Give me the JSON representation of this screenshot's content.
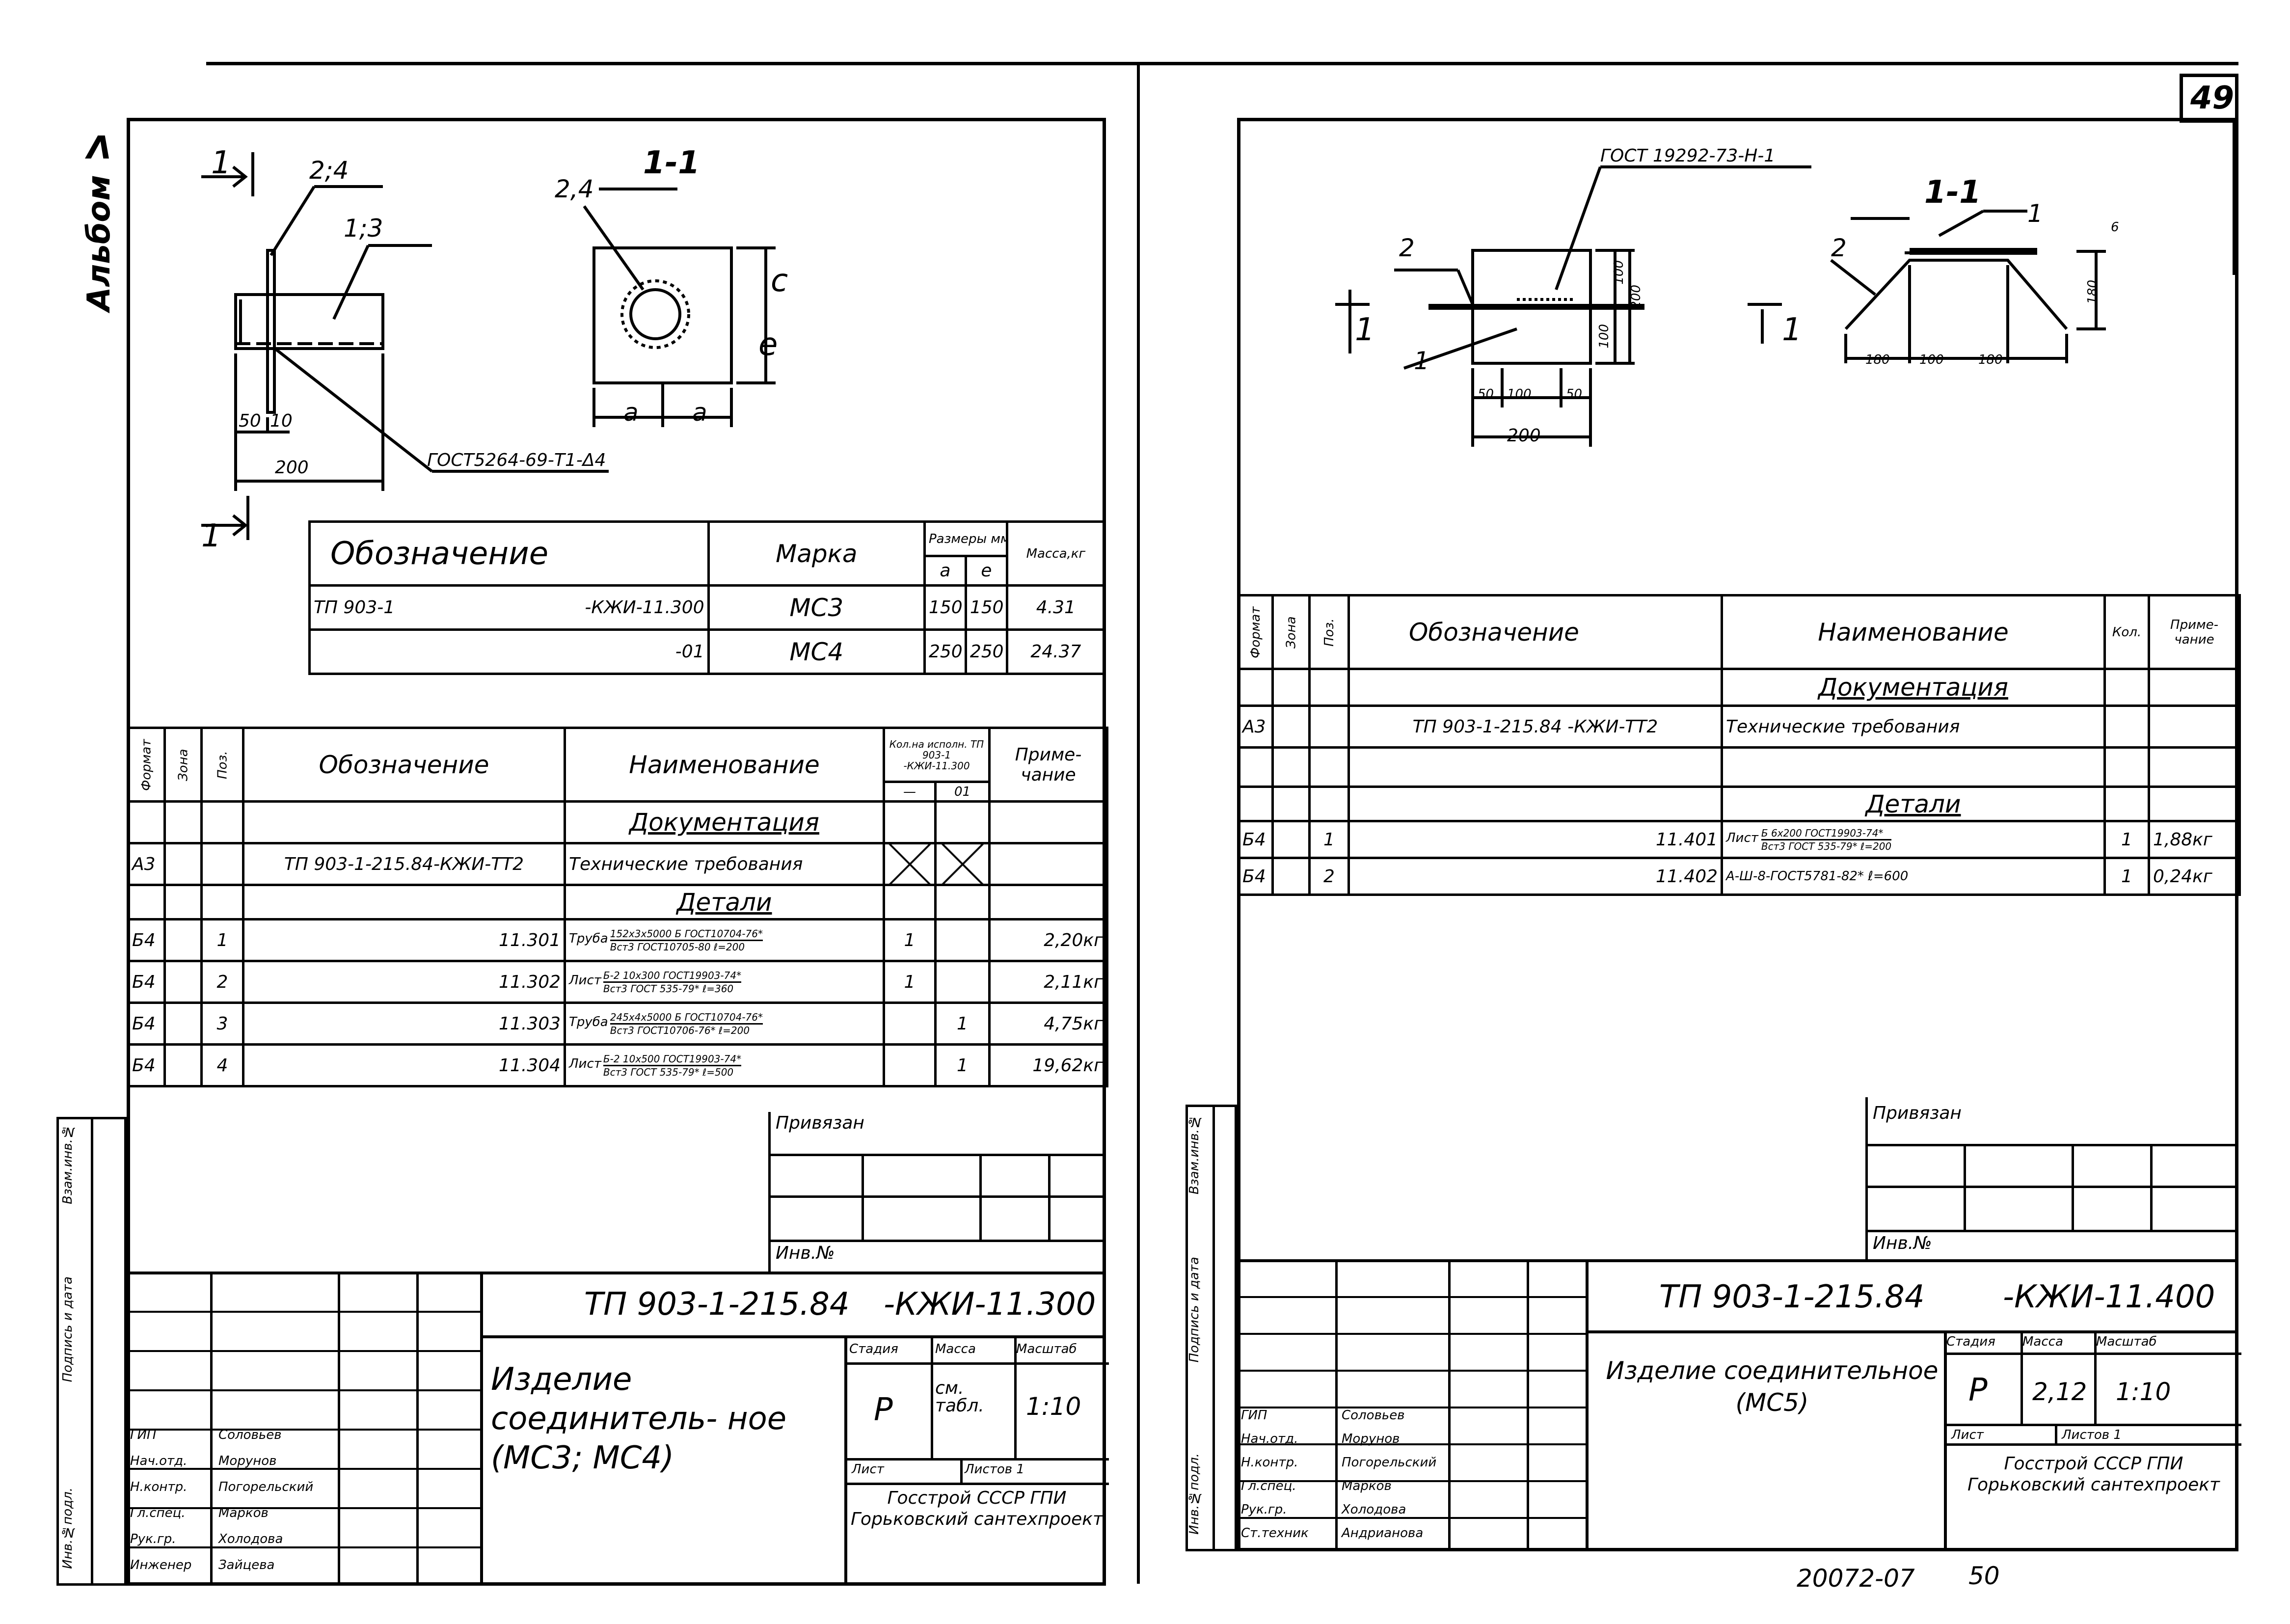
{
  "page_number": "49",
  "album_label": "Альбом Ⅴ",
  "bottom_code": "20072-07",
  "bottom_page": "50",
  "left": {
    "drawing": {
      "view_label": "1",
      "callout_24": "2;4",
      "callout_13": "1;3",
      "section_title": "1-1",
      "section_callout": "2,4",
      "dim_50": "50",
      "dim_10": "10",
      "dim_200": "200",
      "dim_a1": "a",
      "dim_a2": "a",
      "dim_e": "e",
      "dim_c": "c",
      "gost_note": "ГОСТ5264-69-Т1-Δ4"
    },
    "mark_table": {
      "h_designation": "Обозначение",
      "h_mark": "Марка",
      "h_sizes": "Размеры мм",
      "h_a": "a",
      "h_e": "e",
      "h_mass": "Масса,кг",
      "rows": [
        {
          "designation": "ТП 903-1",
          "suffix": "-КЖИ-11.300",
          "mark": "МС3",
          "a": "150",
          "e": "150",
          "mass": "4.31"
        },
        {
          "designation": "",
          "suffix": "-01",
          "mark": "МС4",
          "a": "250",
          "e": "250",
          "mass": "24.37"
        }
      ]
    },
    "spec": {
      "h_format": "Формат",
      "h_zone": "Зона",
      "h_pos": "Поз.",
      "h_designation": "Обозначение",
      "h_name": "Наименование",
      "h_qty": "Кол.на исполн. ТП 903-1 -КЖИ-11.300",
      "h_qty_a": "—",
      "h_qty_b": "01",
      "h_note": "Приме- чание",
      "section_docs": "Документация",
      "doc_format": "А3",
      "doc_designation": "ТП 903-1-215.84-КЖИ-ТТ2",
      "doc_name": "Технические требования",
      "section_parts": "Детали",
      "rows": [
        {
          "format": "Б4",
          "pos": "1",
          "designation": "11.301",
          "name_a": "Труба",
          "name_b": "152х3х5000 Б ГОСТ10704-76*",
          "name_c": "Вст3 ГОСТ10705-80 ℓ=200",
          "q1": "1",
          "q2": "",
          "note": "2,20кг"
        },
        {
          "format": "Б4",
          "pos": "2",
          "designation": "11.302",
          "name_a": "Лист",
          "name_b": "Б-2 10х300 ГОСТ19903-74*",
          "name_c": "Вст3 ГОСТ 535-79* ℓ=360",
          "q1": "1",
          "q2": "",
          "note": "2,11кг"
        },
        {
          "format": "Б4",
          "pos": "3",
          "designation": "11.303",
          "name_a": "Труба",
          "name_b": "245х4х5000 Б ГОСТ10704-76*",
          "name_c": "Вст3 ГОСТ10706-76* ℓ=200",
          "q1": "",
          "q2": "1",
          "note": "4,75кг"
        },
        {
          "format": "Б4",
          "pos": "4",
          "designation": "11.304",
          "name_a": "Лист",
          "name_b": "Б-2 10х500 ГОСТ19903-74*",
          "name_c": "Вст3 ГОСТ 535-79* ℓ=500",
          "q1": "",
          "q2": "1",
          "note": "19,62кг"
        }
      ]
    },
    "privyazan": "Привязан",
    "inv_no": "Инв.№",
    "side_labels": [
      "Инв.№подл.",
      "Подпись и дата",
      "Взам.инв.№"
    ],
    "title_block": {
      "code": "ТП 903-1-215.84",
      "code2": "-КЖИ-11.300",
      "title": "Изделие соединитель- ное (МС3; МС4)",
      "h_stage": "Стадия",
      "h_mass": "Масса",
      "h_scale": "Масштаб",
      "stage": "Р",
      "mass": "см. табл.",
      "scale": "1:10",
      "sheet": "Лист",
      "sheets": "Листов 1",
      "org": "Госстрой СССР ГПИ Горьковский сантехпроект",
      "people": [
        {
          "role": "ГИП",
          "name": "Соловьев"
        },
        {
          "role": "Нач.отд.",
          "name": "Морунов"
        },
        {
          "role": "Н.контр.",
          "name": "Погорельский"
        },
        {
          "role": "Гл.спец.",
          "name": "Марков"
        },
        {
          "role": "Рук.гр.",
          "name": "Холодова"
        },
        {
          "role": "Инженер",
          "name": "Зайцева"
        }
      ]
    }
  },
  "right": {
    "drawing": {
      "gost_note": "ГОСТ 19292-73-Н-1",
      "callout_2": "2",
      "callout_1": "1",
      "section_title": "1-1",
      "sec_callout_1": "1",
      "sec_callout_2": "2",
      "view_label": "1",
      "dim_50a": "50",
      "dim_100": "100",
      "dim_50b": "50",
      "dim_200": "200",
      "dim_100v": "100",
      "dim_200v": "200",
      "dim_100v2": "100",
      "dim_180a": "180",
      "dim_100s": "100",
      "dim_180b": "180",
      "dim_180v": "180",
      "dim_6": "6"
    },
    "spec": {
      "h_format": "Формат",
      "h_zone": "Зона",
      "h_pos": "Поз.",
      "h_designation": "Обозначение",
      "h_name": "Наименование",
      "h_qty": "Кол.",
      "h_note": "Приме- чание",
      "section_docs": "Документация",
      "doc_format": "А3",
      "doc_designation": "ТП 903-1-215.84 -КЖИ-ТТ2",
      "doc_name": "Технические требования",
      "section_parts": "Детали",
      "rows": [
        {
          "format": "Б4",
          "pos": "1",
          "designation": "11.401",
          "name_a": "Лист",
          "name_b": "Б 6х200 ГОСТ19903-74*",
          "name_c": "Вст3 ГОСТ 535-79* ℓ=200",
          "qty": "1",
          "note": "1,88кг"
        },
        {
          "format": "Б4",
          "pos": "2",
          "designation": "11.402",
          "name_a": "А-Ш-8-ГОСТ5781-82* ℓ=600",
          "name_b": "",
          "name_c": "",
          "qty": "1",
          "note": "0,24кг"
        }
      ]
    },
    "privyazan": "Привязан",
    "inv_no": "Инв.№",
    "side_labels": [
      "Инв.№подл.",
      "Подпись и дата",
      "Взам.инв.№"
    ],
    "title_block": {
      "code": "ТП 903-1-215.84",
      "code2": "-КЖИ-11.400",
      "title": "Изделие соединительное (МС5)",
      "h_stage": "Стадия",
      "h_mass": "Масса",
      "h_scale": "Масштаб",
      "stage": "Р",
      "mass": "2,12",
      "scale": "1:10",
      "sheet": "Лист",
      "sheets": "Листов 1",
      "org": "Госстрой СССР ГПИ Горьковский сантехпроект",
      "people": [
        {
          "role": "ГИП",
          "name": "Соловьев"
        },
        {
          "role": "Нач.отд.",
          "name": "Морунов"
        },
        {
          "role": "Н.контр.",
          "name": "Погорельский"
        },
        {
          "role": "Гл.спец.",
          "name": "Марков"
        },
        {
          "role": "Рук.гр.",
          "name": "Холодова"
        },
        {
          "role": "Ст.техник",
          "name": "Андрианова"
        }
      ]
    }
  }
}
